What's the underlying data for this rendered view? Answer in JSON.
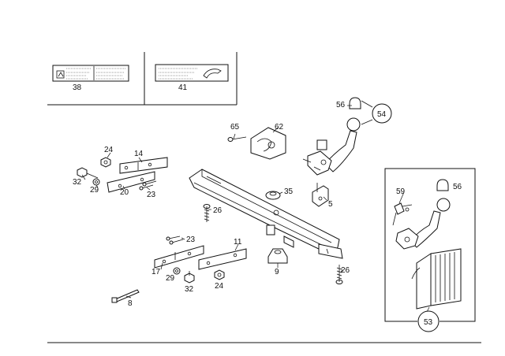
{
  "callouts": {
    "c38": "38",
    "c41": "41",
    "c56a": "56",
    "c54": "54",
    "c65": "65",
    "c62": "62",
    "c24a": "24",
    "c14": "14",
    "c32a": "32",
    "c29a": "29",
    "c20": "20",
    "c23a": "23",
    "c35": "35",
    "c5": "5",
    "c26a": "26",
    "c59": "59",
    "c56b": "56",
    "c23b": "23",
    "c11": "11",
    "c17": "17",
    "c29b": "29",
    "c32b": "32",
    "c24b": "24",
    "c9": "9",
    "c26b": "26",
    "c8": "8",
    "c53": "53"
  }
}
